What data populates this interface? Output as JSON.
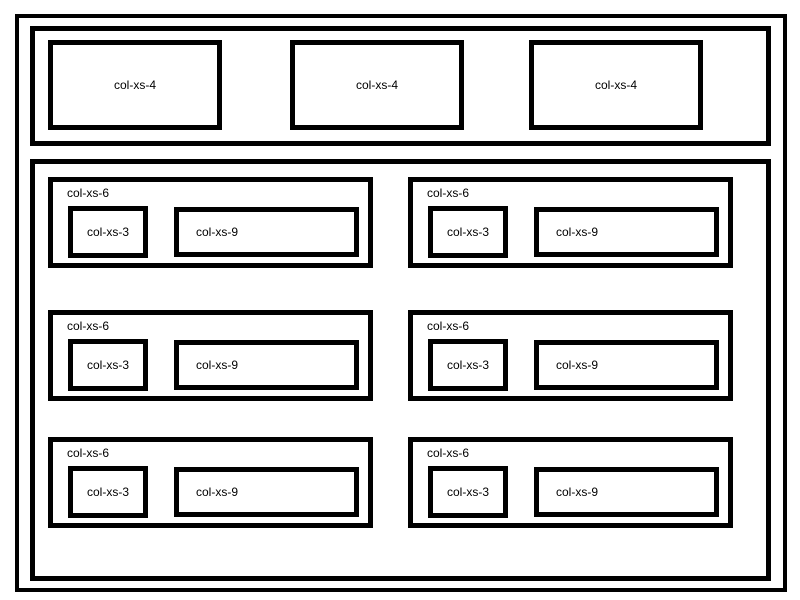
{
  "colors": {
    "border": "#000000",
    "background": "#ffffff"
  },
  "top_row": {
    "columns": [
      {
        "label": "col-xs-4"
      },
      {
        "label": "col-xs-4"
      },
      {
        "label": "col-xs-4"
      }
    ]
  },
  "grid": {
    "cells": [
      {
        "label": "col-xs-6",
        "col3_label": "col-xs-3",
        "col9_label": "col-xs-9"
      },
      {
        "label": "col-xs-6",
        "col3_label": "col-xs-3",
        "col9_label": "col-xs-9"
      },
      {
        "label": "col-xs-6",
        "col3_label": "col-xs-3",
        "col9_label": "col-xs-9"
      },
      {
        "label": "col-xs-6",
        "col3_label": "col-xs-3",
        "col9_label": "col-xs-9"
      },
      {
        "label": "col-xs-6",
        "col3_label": "col-xs-3",
        "col9_label": "col-xs-9"
      },
      {
        "label": "col-xs-6",
        "col3_label": "col-xs-3",
        "col9_label": "col-xs-9"
      }
    ]
  }
}
